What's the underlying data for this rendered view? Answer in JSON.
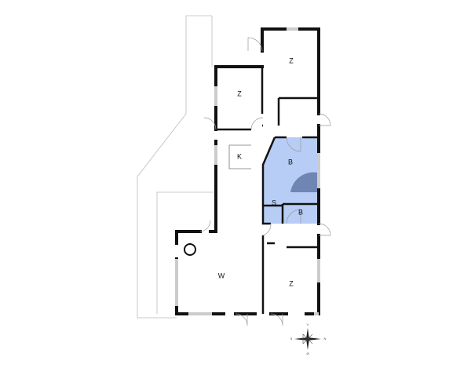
{
  "rooms": [
    {
      "id": "z1",
      "label": "Z"
    },
    {
      "id": "z2",
      "label": "Z"
    },
    {
      "id": "k",
      "label": "K"
    },
    {
      "id": "b1",
      "label": "B"
    },
    {
      "id": "s",
      "label": "S"
    },
    {
      "id": "b2",
      "label": "B"
    },
    {
      "id": "w",
      "label": "W"
    },
    {
      "id": "z3",
      "label": "Z"
    }
  ],
  "colors": {
    "bathroom": "#b7cdf5",
    "shower": "#6f86b5",
    "wall": "#111111",
    "outline": "#bbbbbb"
  },
  "compass": {
    "top": "V",
    "right": "N",
    "bottom": "Ø",
    "left": "S"
  }
}
